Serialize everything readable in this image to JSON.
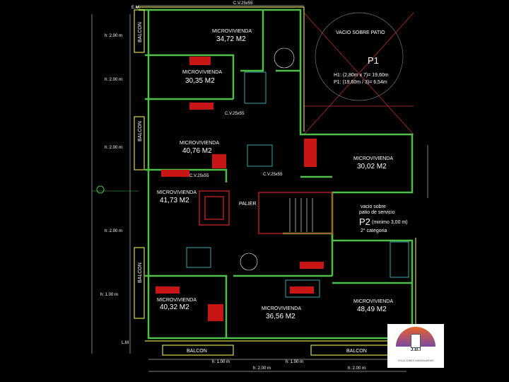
{
  "units": [
    {
      "label": "MICROVIVIENDA",
      "area": "34,72 M2"
    },
    {
      "label": "MICROVIVIENDA",
      "area": "30,35 M2"
    },
    {
      "label": "MICROVIVIENDA",
      "area": "40,76 M2"
    },
    {
      "label": "MICROVIVIENDA",
      "area": "41,73 M2"
    },
    {
      "label": "MICROVIVIENDA",
      "area": "30,02 M2"
    },
    {
      "label": "MICROVIVIENDA",
      "area": "40,32 M2"
    },
    {
      "label": "MICROVIVIENDA",
      "area": "36,56 M2"
    },
    {
      "label": "MICROVIVIENDA",
      "area": "48,49 M2"
    }
  ],
  "patio_p1": {
    "title": "VACIO SOBRE PATIO",
    "code": "P1",
    "formula_h1": "H1: (2,80m x 7)= 19,60m",
    "formula_p1": "P1: (19,60m / 3)= 6,54m"
  },
  "patio_p2": {
    "line1": "vacio sobre",
    "line2": "patio de servicio",
    "code": "P2",
    "note": "(minimo 3,00 m)",
    "category": "2° categoria"
  },
  "labels": {
    "palier": "PALIER",
    "balcon": "BALCON",
    "cv_top": "C.V.25x55",
    "cv_mid1": "C.V.25x55",
    "cv_mid2": "C.V.25x55",
    "cv_mid3": "C.V.25x55",
    "el": "E.M.",
    "lm": "L.M",
    "h200": "h: 2.00 m",
    "h100": "h: 1.00 m"
  },
  "logo": {
    "name": "J.B.I",
    "tagline": "SOLUCIONES INMOBILIARIAS"
  }
}
